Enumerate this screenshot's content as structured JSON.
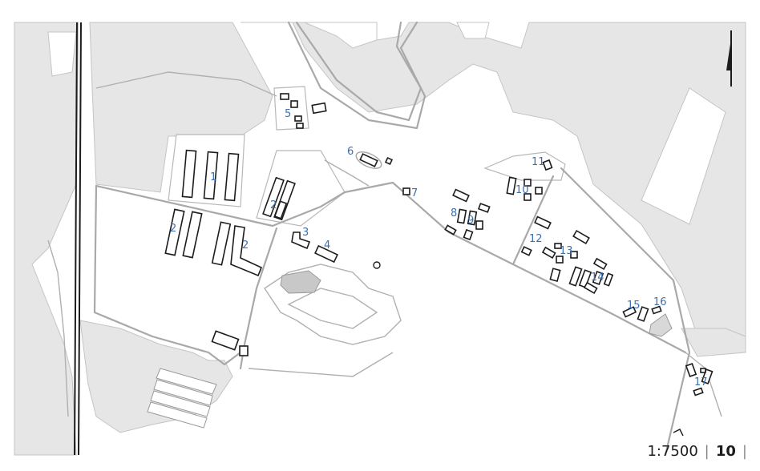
{
  "map": {
    "markers": [
      {
        "id": "m1",
        "label": "1"
      },
      {
        "id": "m2a",
        "label": "2"
      },
      {
        "id": "m2b",
        "label": "2"
      },
      {
        "id": "m2c",
        "label": "2"
      },
      {
        "id": "m3",
        "label": "3"
      },
      {
        "id": "m4",
        "label": "4"
      },
      {
        "id": "m5",
        "label": "5"
      },
      {
        "id": "m6",
        "label": "6"
      },
      {
        "id": "m7",
        "label": "7"
      },
      {
        "id": "m8",
        "label": "8"
      },
      {
        "id": "m9",
        "label": "9"
      },
      {
        "id": "m10",
        "label": "10"
      },
      {
        "id": "m11",
        "label": "11"
      },
      {
        "id": "m12",
        "label": "12"
      },
      {
        "id": "m13",
        "label": "13"
      },
      {
        "id": "m14",
        "label": "14"
      },
      {
        "id": "m15",
        "label": "15"
      },
      {
        "id": "m16",
        "label": "16"
      },
      {
        "id": "m17",
        "label": "17"
      }
    ],
    "colors": {
      "area": "#e6e6e6",
      "road": "#a9a9a9",
      "building": "#1c1c1c",
      "label": "#3b6fae",
      "pond": "#c8c8c8"
    }
  },
  "footer": {
    "scale": "1:7500",
    "separator": "|",
    "page_number": "10",
    "trailing": "|"
  }
}
